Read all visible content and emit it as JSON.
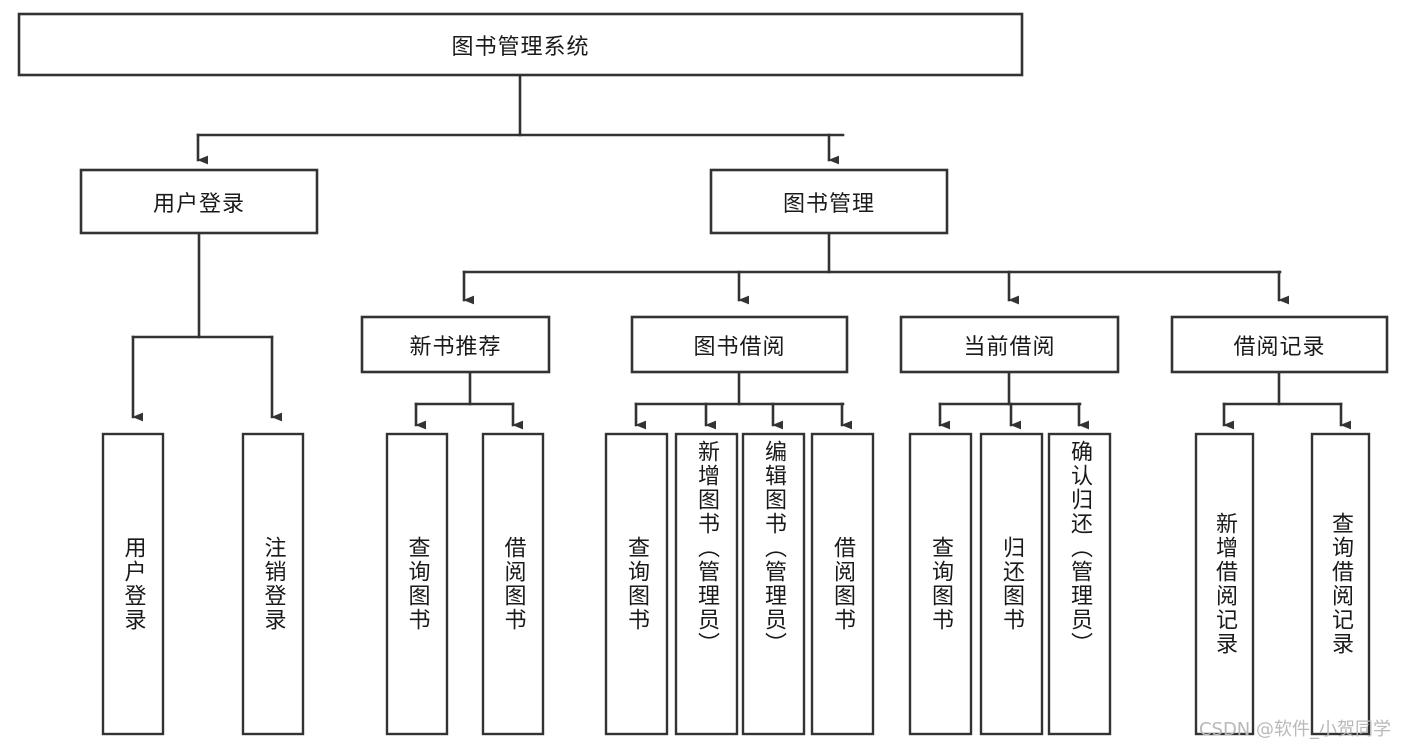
{
  "diagram": {
    "title": "图书管理系统",
    "type": "tree-hierarchy",
    "root": {
      "id": "root",
      "label": "图书管理系统"
    },
    "level2": [
      {
        "id": "user-login",
        "label": "用户登录"
      },
      {
        "id": "book-manage",
        "label": "图书管理"
      }
    ],
    "level3": [
      {
        "id": "new-book-recommend",
        "label": "新书推荐",
        "parent": "book-manage"
      },
      {
        "id": "book-borrow",
        "label": "图书借阅",
        "parent": "book-manage"
      },
      {
        "id": "current-borrow",
        "label": "当前借阅",
        "parent": "book-manage"
      },
      {
        "id": "borrow-record",
        "label": "借阅记录",
        "parent": "book-manage"
      }
    ],
    "leaves": [
      {
        "id": "leaf-user-login",
        "label": "用户登录",
        "parent": "user-login"
      },
      {
        "id": "leaf-logout-login",
        "label": "注销登录",
        "parent": "user-login"
      },
      {
        "id": "leaf-query-book-1",
        "label": "查询图书",
        "parent": "new-book-recommend"
      },
      {
        "id": "leaf-borrow-book-1",
        "label": "借阅图书",
        "parent": "new-book-recommend"
      },
      {
        "id": "leaf-query-book-2",
        "label": "查询图书",
        "parent": "book-borrow"
      },
      {
        "id": "leaf-add-book",
        "label": "新增图书（管理员）",
        "parent": "book-borrow"
      },
      {
        "id": "leaf-edit-book",
        "label": "编辑图书（管理员）",
        "parent": "book-borrow"
      },
      {
        "id": "leaf-borrow-book-2",
        "label": "借阅图书",
        "parent": "book-borrow"
      },
      {
        "id": "leaf-query-book-3",
        "label": "查询图书",
        "parent": "current-borrow"
      },
      {
        "id": "leaf-return-book",
        "label": "归还图书",
        "parent": "current-borrow"
      },
      {
        "id": "leaf-confirm-return",
        "label": "确认归还（管理员）",
        "parent": "current-borrow"
      },
      {
        "id": "leaf-add-record",
        "label": "新增借阅记录",
        "parent": "borrow-record"
      },
      {
        "id": "leaf-query-record",
        "label": "查询借阅记录",
        "parent": "borrow-record"
      }
    ]
  },
  "watermark": {
    "text": "CSDN @软件_小贺同学"
  },
  "colors": {
    "stroke": "#333333",
    "fill": "#ffffff",
    "text": "#1a1a1a",
    "watermark": "#b9b9b9"
  }
}
